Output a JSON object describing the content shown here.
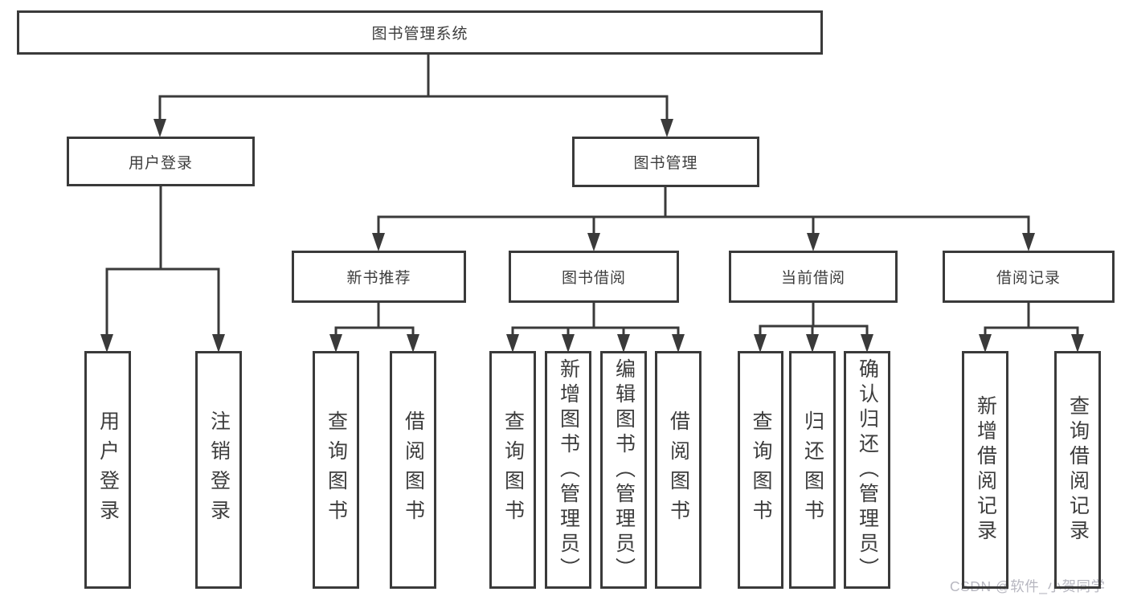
{
  "diagram": {
    "title": "图书管理系统",
    "level2": [
      {
        "label": "用户登录"
      },
      {
        "label": "图书管理"
      }
    ],
    "level3": [
      {
        "label": "新书推荐"
      },
      {
        "label": "图书借阅"
      },
      {
        "label": "当前借阅"
      },
      {
        "label": "借阅记录"
      }
    ],
    "leaves": [
      {
        "label": "用户登录"
      },
      {
        "label": "注销登录"
      },
      {
        "label": "查询图书"
      },
      {
        "label": "借阅图书"
      },
      {
        "label": "查询图书"
      },
      {
        "label": "新增图书（管理员）"
      },
      {
        "label": "编辑图书（管理员）"
      },
      {
        "label": "借阅图书"
      },
      {
        "label": "查询图书"
      },
      {
        "label": "归还图书"
      },
      {
        "label": "确认归还（管理员）"
      },
      {
        "label": "新增借阅记录"
      },
      {
        "label": "查询借阅记录"
      }
    ]
  },
  "watermark": {
    "text": "CSDN @软件_小贺同学"
  },
  "colors": {
    "line": "#3a3a3a",
    "box_border": "#3a3a3a",
    "text": "#3d3d3d",
    "watermark": "#b7b7c0",
    "background": "#ffffff"
  }
}
